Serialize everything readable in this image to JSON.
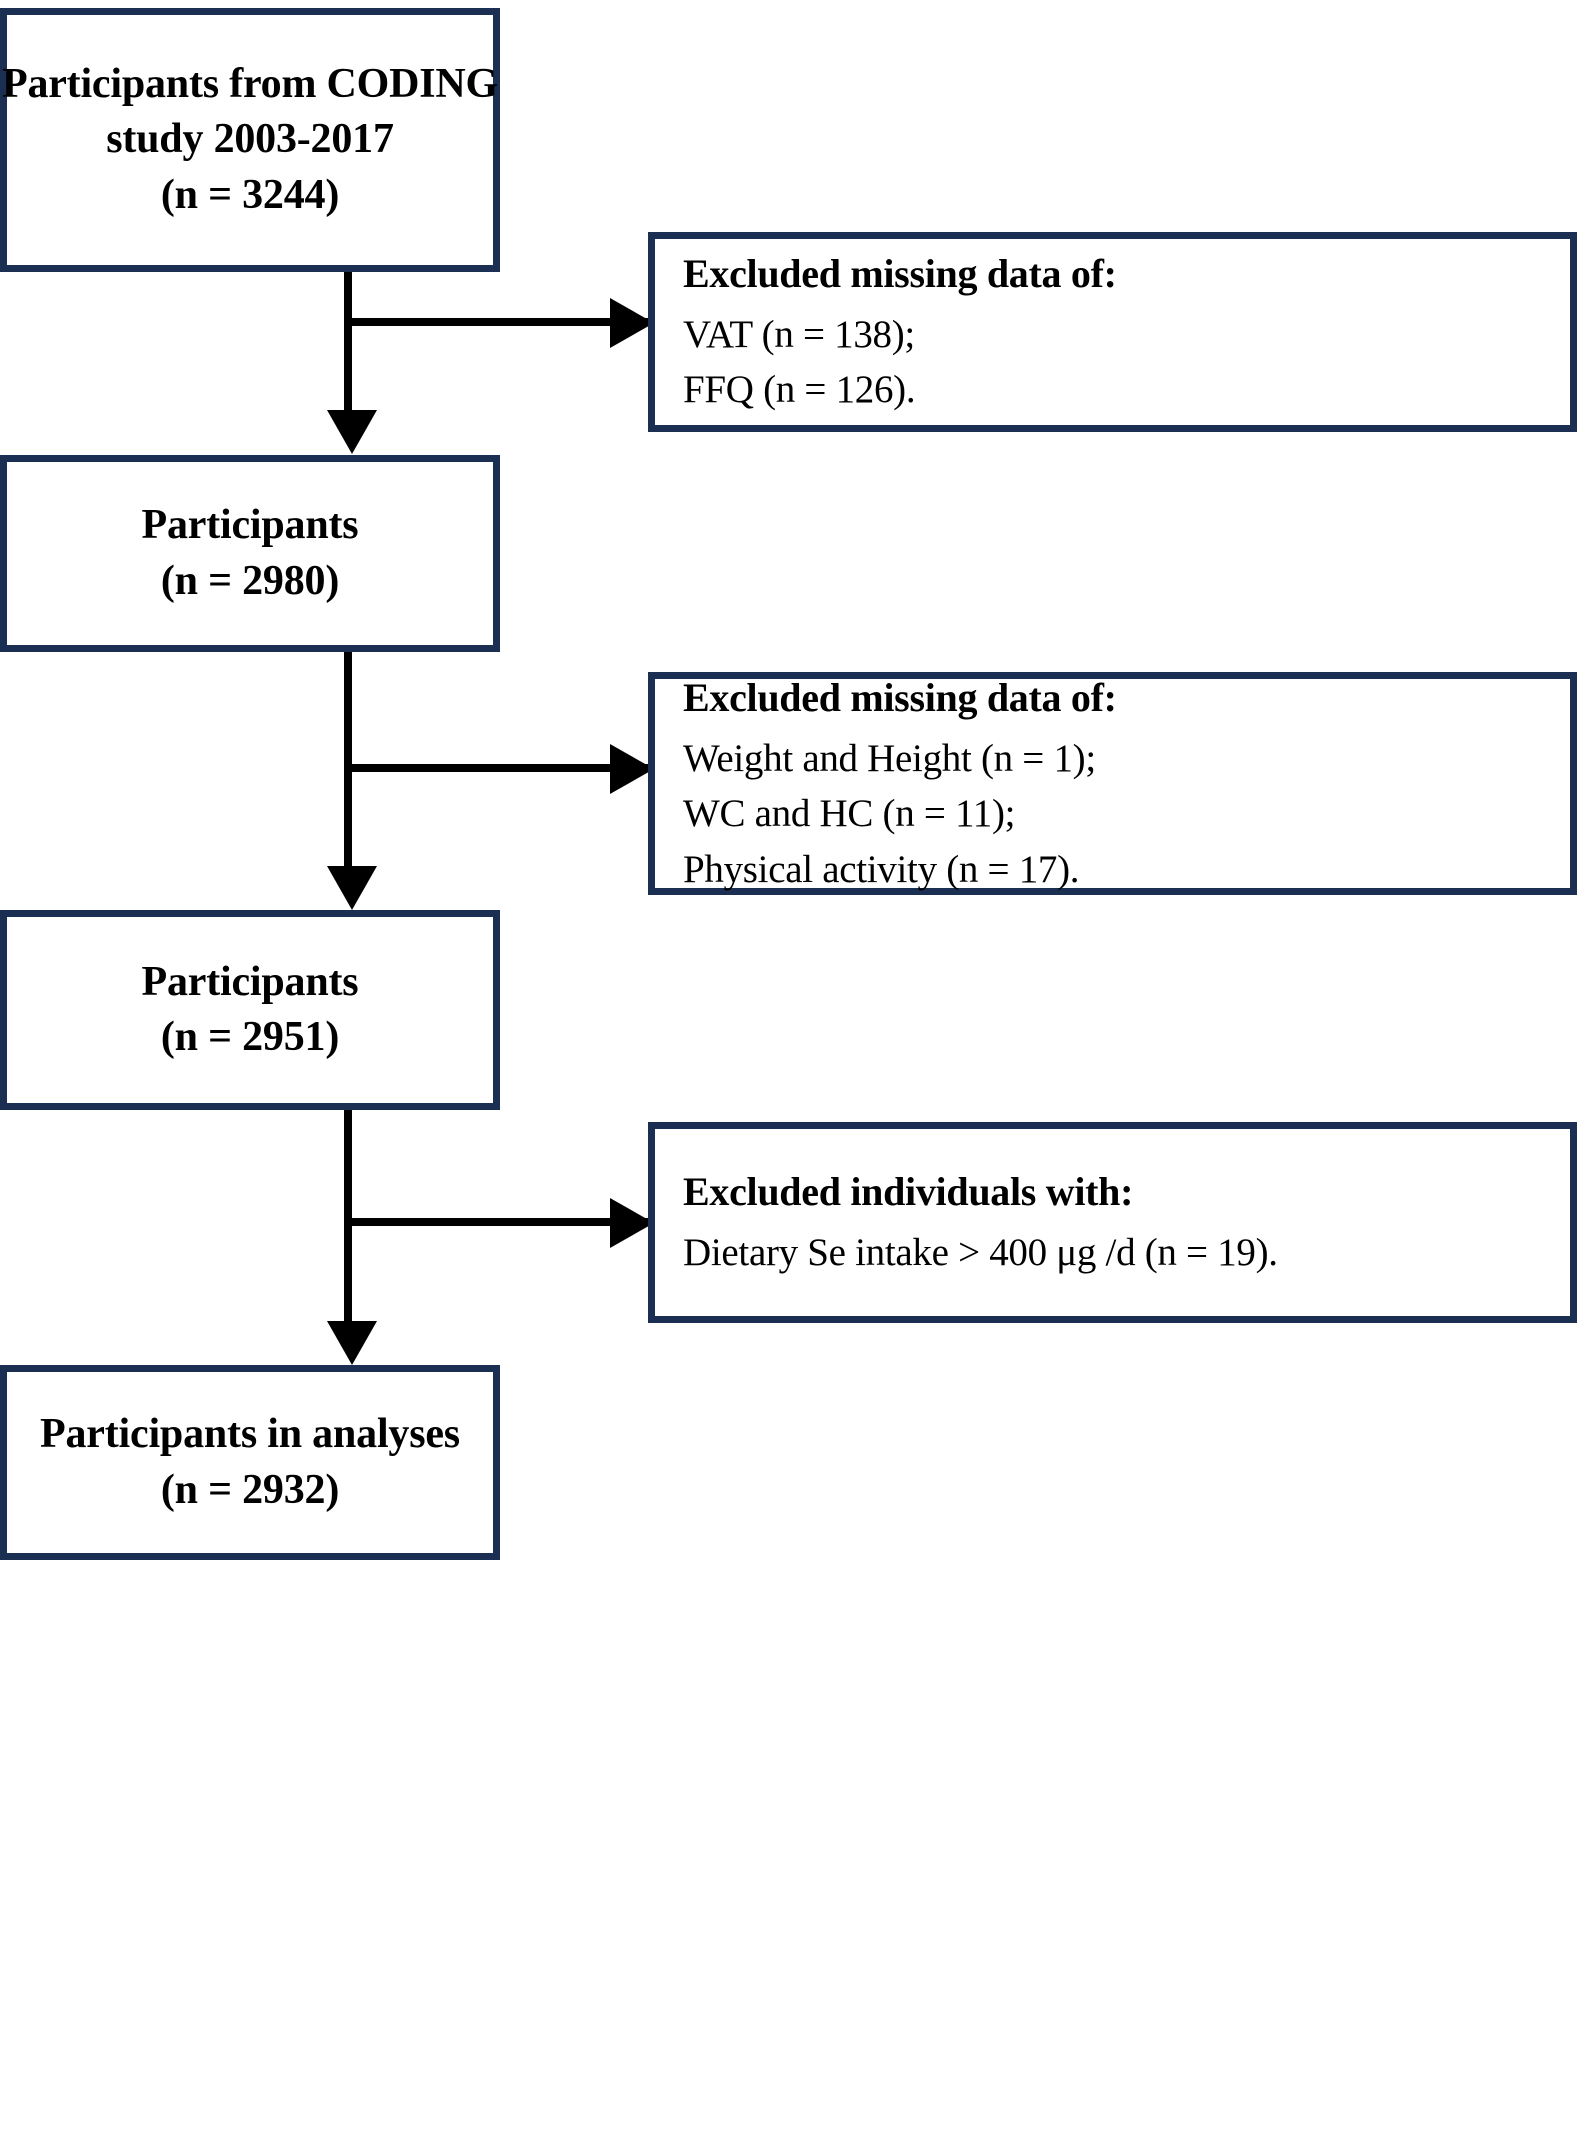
{
  "figure": {
    "type": "participant-flow-diagram",
    "colors": {
      "box_border": "#1b2f52",
      "connector": "#000000",
      "text": "#000000",
      "background": "#ffffff"
    }
  },
  "nodes": {
    "enrollment": {
      "line1": "Participants from CODING",
      "line2": "study 2003-2017",
      "line3": "(n = 3244)",
      "count": 3244
    },
    "stage1": {
      "line1": "Participants",
      "line2": "(n = 2980)",
      "count": 2980
    },
    "stage2": {
      "line1": "Participants",
      "line2": "(n = 2951)",
      "count": 2951
    },
    "final": {
      "line1": "Participants in analyses",
      "line2": "(n = 2932)",
      "count": 2932
    }
  },
  "exclusions": {
    "first": {
      "heading": "Excluded missing data of:",
      "item1": "VAT (n = 138);",
      "item2": "FFQ (n = 126).",
      "counts": [
        138,
        126
      ]
    },
    "second": {
      "heading": "Excluded missing data of:",
      "item1": "Weight and Height (n = 1);",
      "item2": "WC and HC (n = 11);",
      "item3": "Physical activity (n = 17).",
      "counts": [
        1,
        11,
        17
      ]
    },
    "third": {
      "heading": "Excluded individuals with:",
      "item1": "Dietary Se intake > 400 μg /d (n = 19).",
      "counts": [
        19
      ]
    }
  }
}
